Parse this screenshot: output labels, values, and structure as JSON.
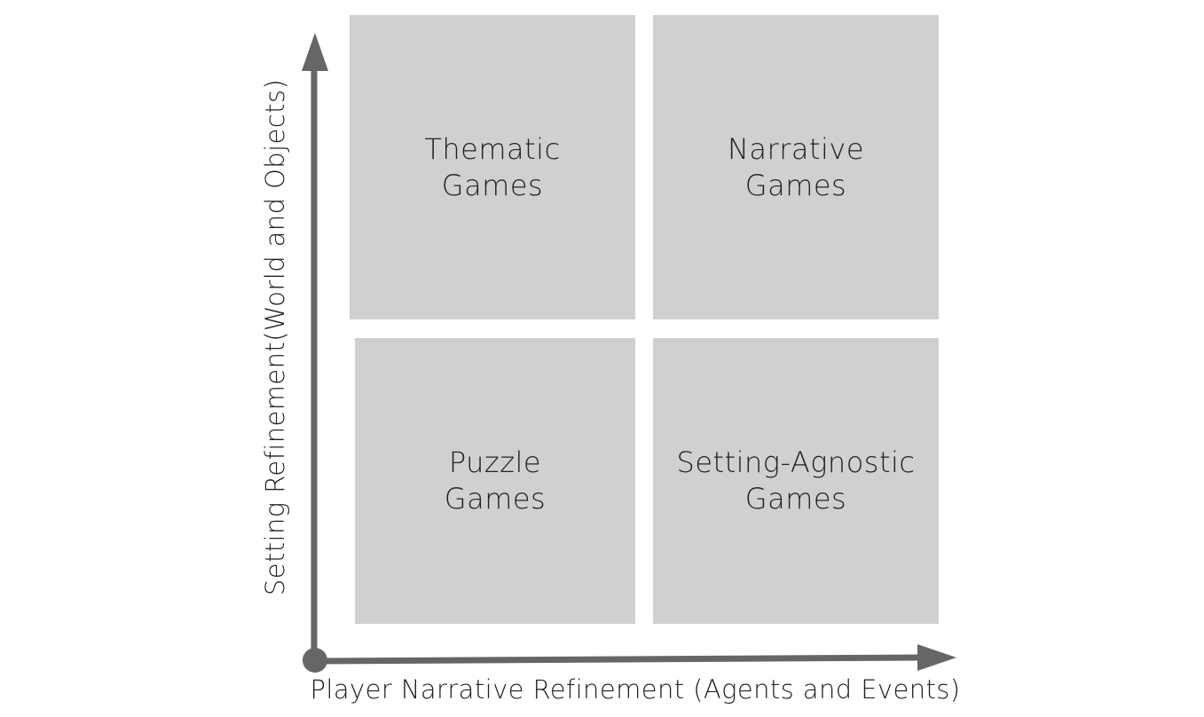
{
  "quadrants": {
    "top_left": {
      "line1": "Thematic",
      "line2": "Games"
    },
    "top_right": {
      "line1": "Narrative",
      "line2": "Games"
    },
    "bottom_left": {
      "line1": "Puzzle",
      "line2": "Games"
    },
    "bottom_right": {
      "line1": "Setting-Agnostic",
      "line2": "Games"
    }
  },
  "axes": {
    "y_label": "Setting Refinement(World and Objects)",
    "x_label": "Player Narrative Refinement (Agents and Events)"
  },
  "colors": {
    "quadrant_fill": "#d0d0d0",
    "axis": "#666666",
    "text": "#222222",
    "background": "#ffffff"
  }
}
